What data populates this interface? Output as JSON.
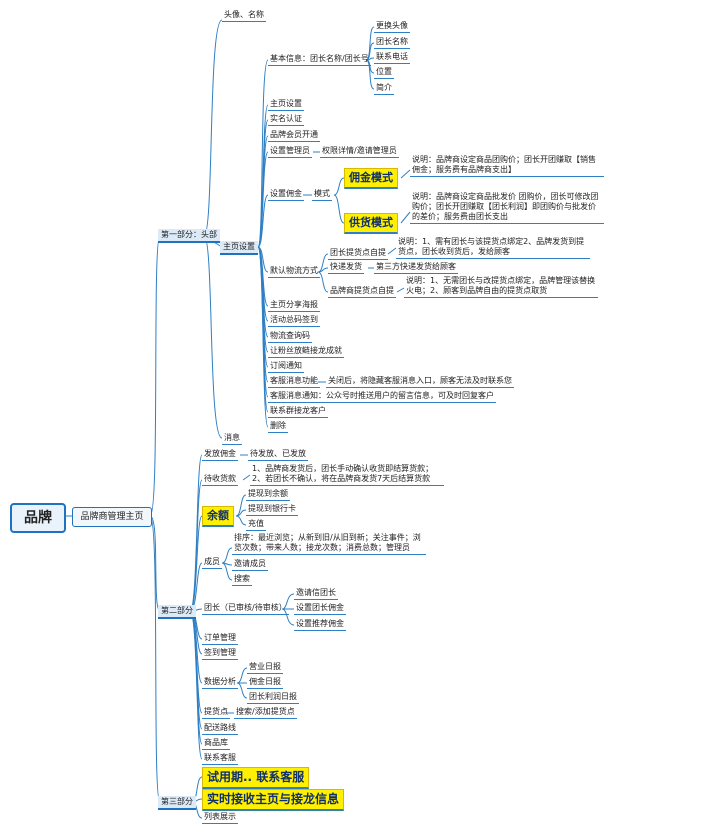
{
  "root": "品牌",
  "main": "品牌商管理主页",
  "section1": {
    "label": "第一部分：头部",
    "avatar_name": "头像、名称",
    "basic_info": "基本信息：团长名称/团长号",
    "basic_items": [
      "更换头像",
      "团长名称",
      "联系电话",
      "位置",
      "简介"
    ],
    "home_settings": "主页设置",
    "sub_items": {
      "home_setting": "主页设置",
      "real_name": "实名认证",
      "membership": "品牌会员开通",
      "manager": "设置管理员",
      "manager_detail": "权限详情/邀请管理员",
      "commission": "设置佣金",
      "mode": "模式",
      "mode_commission": "佣金模式",
      "mode_commission_desc": "说明：品牌商设定商品团购价；团长开团赚取【销售佣金；服务费有品牌商支出】",
      "mode_supply": "供货模式",
      "mode_supply_desc": "说明：品牌商设定商品批发价 团购价，团长可修改团购价；团长开团赚取【团长利润】即团购价与批发价的差价；服务费由团长支出",
      "logistics": "默认物流方式",
      "log_self": "团长提货点自提",
      "log_self_desc": "说明：1、需有团长与该提货点绑定2、品牌发货到提货点，团长收到货后，发给顾客",
      "log_express": "快递发货",
      "log_express_desc": "第三方快递发货给顾客",
      "log_brand": "品牌商提货点自提",
      "log_brand_desc": "说明：1、无需团长与改提货点绑定，品牌管理该替换火电；2、顾客到品牌自由的提货点取货",
      "poster": "主页分享海报",
      "checkin": "活动总码签到",
      "logistics_code": "物流查询码",
      "fans": "让粉丝放鲢接龙成就",
      "subscribe": "订阅通知",
      "cs_func": "客服消息功能",
      "cs_func_desc": "关闭后，将隐藏客服消息入口，顾客无法及时联系您",
      "cs_notice": "客服消息通知：公众号时推送用户的留言信息，可及时回复客户",
      "group": "联系群接龙客户",
      "delete": "删除"
    },
    "message": "消息"
  },
  "section2": {
    "label": "第二部分",
    "commission": "发放佣金",
    "commission_status": "待发放、已发放",
    "pending": "待收货款",
    "pending_desc": "1、品牌商发货后，团长手动确认收货即结算货款；2、若团长不确认，将在品牌商发货7天后结算货款",
    "balance": "余额",
    "balance_items": [
      "提现到余额",
      "提现到银行卡",
      "充值"
    ],
    "members": "成员",
    "members_sort": "排序：最近浏览；从新到旧/从旧到新；关注事件；浏览次数；带来人数；接龙次数；消费总数；管理员",
    "members_invite": "邀请成员",
    "members_search": "搜索",
    "leader": "团长（已审核/待审核）",
    "leader_items": [
      "邀请信团长",
      "设置团长佣金",
      "设置推荐佣金"
    ],
    "orders": "订单管理",
    "checkin": "签到管理",
    "analytics": "数据分析",
    "analytics_items": [
      "营业日报",
      "佣金日报",
      "团长利润日报"
    ],
    "pickup": "提货点",
    "pickup_desc": "搜索/添加提货点",
    "routes": "配送路线",
    "products": "商品库",
    "contact": "联系客服"
  },
  "section3": {
    "label": "第三部分",
    "trial": "试用期.. 联系客服",
    "realtime": "实时接收主页与接龙信息",
    "list": "列表展示"
  },
  "colors": {
    "line": "#2f7fc4",
    "highlight": "#ffef00",
    "root_border": "#1f72c0"
  }
}
